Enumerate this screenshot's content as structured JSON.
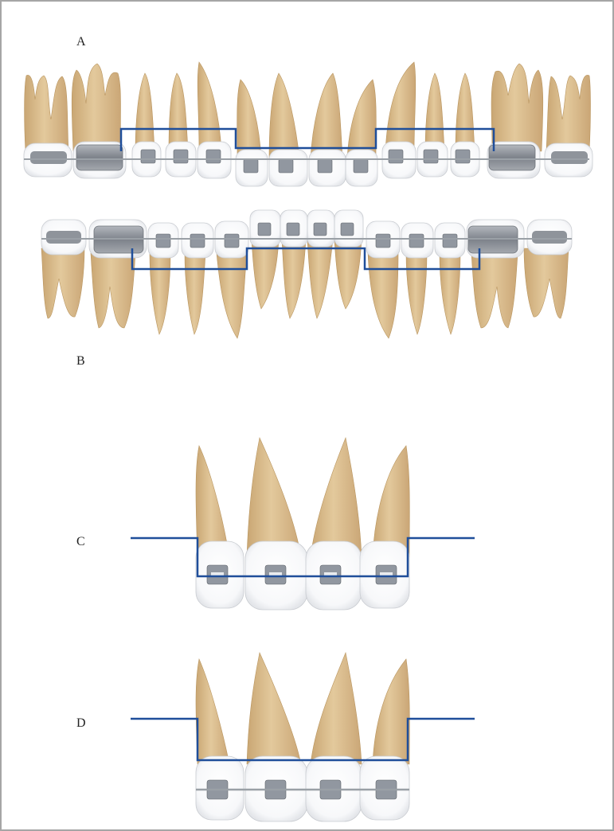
{
  "figure": {
    "panels": [
      {
        "id": "A",
        "label": "A"
      },
      {
        "id": "B",
        "label": "B"
      },
      {
        "id": "C",
        "label": "C"
      },
      {
        "id": "D",
        "label": "D"
      }
    ]
  },
  "colors": {
    "border": "#a6a6a6",
    "background": "#ffffff",
    "root": "#d8bb8a",
    "root_shade": "#b9955f",
    "crown": "#ffffff",
    "crown_edge": "#c9ccd1",
    "bracket": "#8e949b",
    "bracket_slot": "#f2f3f5",
    "band": "#8a8f96",
    "archwire": "#9aa0a6",
    "utility_arch": "#1f4e9a"
  },
  "icons": [
    "tooth-icon",
    "bracket-icon",
    "molar-band-icon"
  ]
}
